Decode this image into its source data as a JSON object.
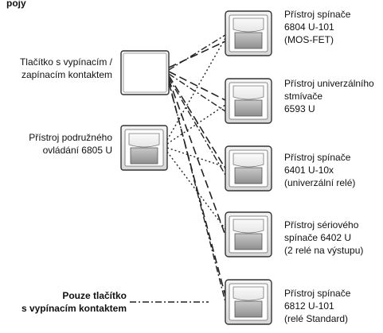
{
  "heading_partial": "pojy",
  "left": {
    "pushbutton": [
      "Tlačítko s vypínacím /",
      "zapínacím kontaktem"
    ],
    "aux_device": [
      "Přístroj podružného",
      "ovládání 6805 U"
    ],
    "legend_only_button": [
      "Pouze tlačítko",
      "s vypínacím kontaktem"
    ]
  },
  "devices": [
    {
      "lines": [
        "Přístroj spínače",
        "6804 U-101",
        "(MOS-FET)"
      ]
    },
    {
      "lines": [
        "Přístroj univerzálního",
        "stmívače",
        "6593 U"
      ]
    },
    {
      "lines": [
        "Přístroj spínače",
        "6401 U-10x",
        "(univerzální relé)"
      ]
    },
    {
      "lines": [
        "Přístroj sériového",
        "spínače 6402 U",
        "(2 relé na výstupu)"
      ]
    },
    {
      "lines": [
        "Přístroj spínače",
        "6812 U-101",
        "(relé Standard)"
      ]
    }
  ],
  "icons": {
    "pushbutton": "pushbutton-switch-icon",
    "aux": "aux-control-device-icon",
    "device": "flush-switch-device-icon"
  }
}
